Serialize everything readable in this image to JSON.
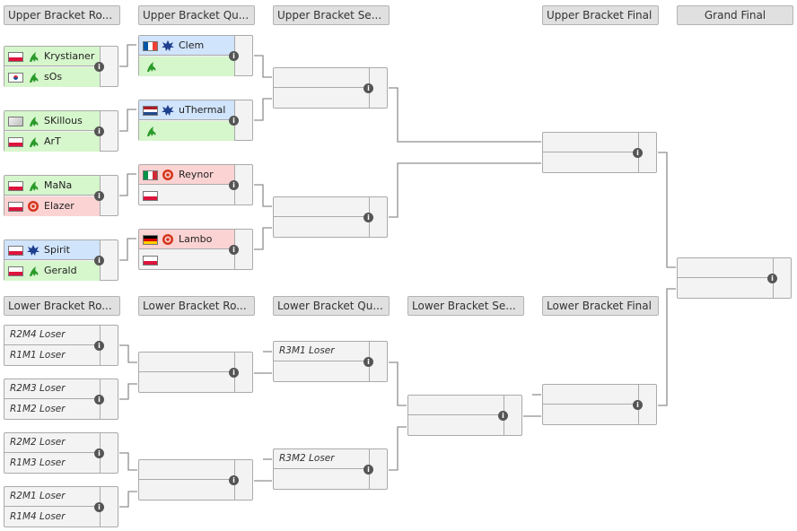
{
  "headers": {
    "ubr1": "Upper Bracket Ro...",
    "ubqf": "Upper Bracket Qu...",
    "ubsf": "Upper Bracket Se...",
    "ubf": "Upper Bracket Final",
    "gf": "Grand Final",
    "lbr1": "Lower Bracket Ro...",
    "lbr2": "Lower Bracket Ro...",
    "lbqf": "Lower Bracket Qu...",
    "lbsf": "Lower Bracket Se...",
    "lbf": "Lower Bracket Final"
  },
  "players": {
    "krystianer": "Krystianer",
    "sos": "sOs",
    "clem": "Clem",
    "skillous": "SKillous",
    "art": "ArT",
    "uthermal": "uThermal",
    "mana": "MaNa",
    "elazer": "Elazer",
    "reynor": "Reynor",
    "spirit": "Spirit",
    "gerald": "Gerald",
    "lambo": "Lambo"
  },
  "placeholders": {
    "r2m4": "R2M4 Loser",
    "r1m1": "R1M1 Loser",
    "r2m3": "R2M3 Loser",
    "r1m2": "R1M2 Loser",
    "r2m2": "R2M2 Loser",
    "r1m3": "R1M3 Loser",
    "r2m1": "R2M1 Loser",
    "r1m4": "R1M4 Loser",
    "r3m1": "R3M1 Loser",
    "r3m2": "R3M2 Loser"
  },
  "info_glyph": "i",
  "race_icons": {
    "zerg": "zerg-icon",
    "terran": "terran-icon",
    "protoss": "protoss-icon"
  },
  "colors": {
    "terran_row": "#d0e4fb",
    "zerg_row": "#d6f6cc",
    "protoss_row": "#fbd3d3",
    "connector": "#8f8f8f",
    "info_button": "#555555"
  }
}
